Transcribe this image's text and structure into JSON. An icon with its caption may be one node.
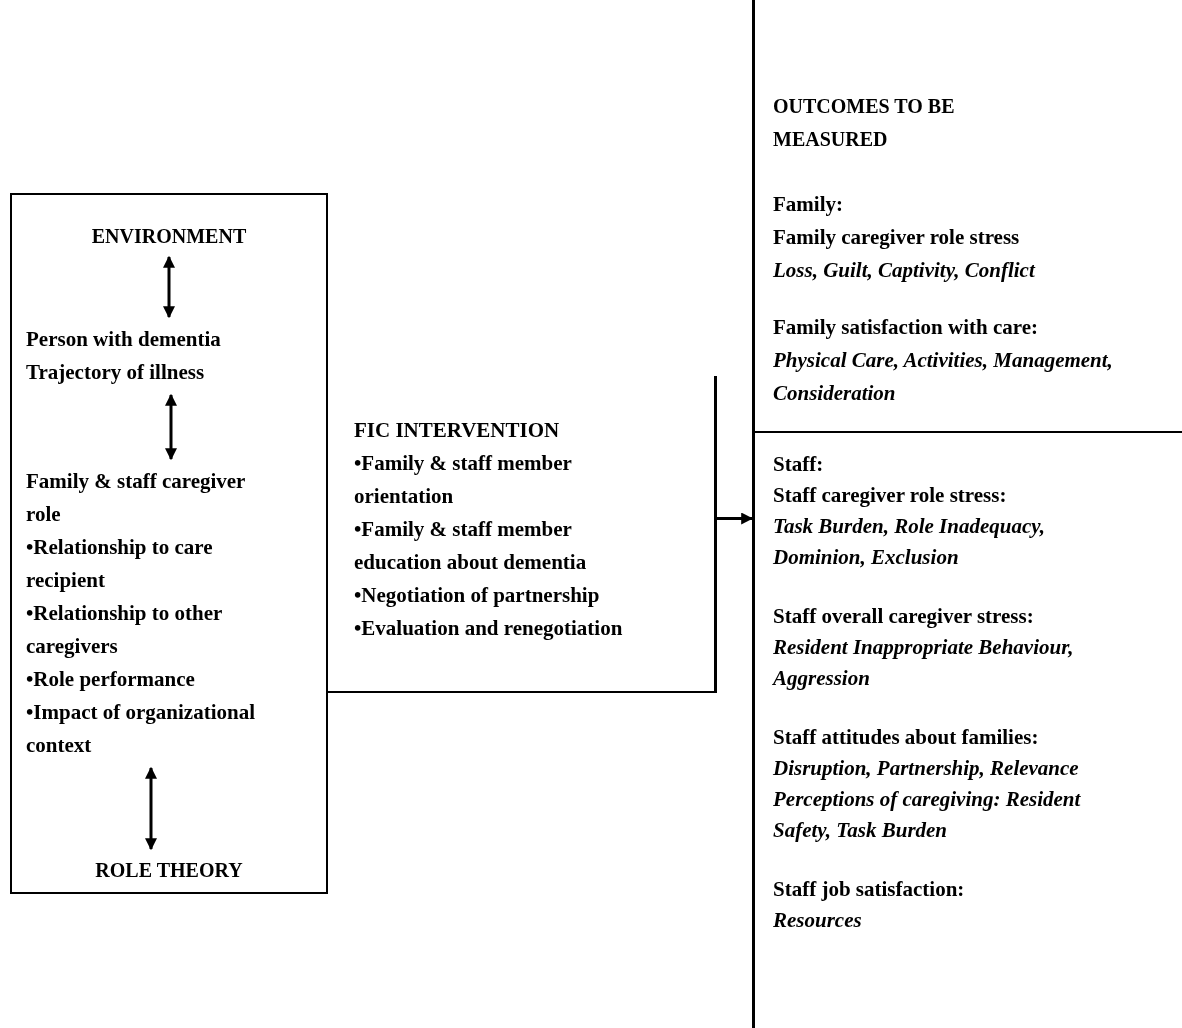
{
  "diagram": {
    "nodes": [
      {
        "text": [],
        "shape": "box"
      },
      {
        "text": [
          "ENVIRONMENT"
        ],
        "in": 0
      },
      {
        "text": [
          "Person with dementia",
          "Trajectory of illness"
        ],
        "in": 0
      },
      {
        "text": [
          "Family & staff caregiver role",
          "•Relationship to care recipient",
          "•Relationship to other caregivers",
          "•Role performance",
          "•Impact of organizational context"
        ],
        "in": 0
      },
      {
        "text": [
          "ROLE THEORY"
        ],
        "in": 0
      },
      {
        "text": [
          "FIC INTERVENTION",
          "•Family  & staff member orientation",
          "•Family  & staff member education about dementia",
          "•Negotiation of partnership",
          "•Evaluation and renegotiation"
        ]
      },
      {
        "text": [
          "OUTCOMES TO BE MEASURED"
        ]
      },
      {
        "text": [
          "Family:",
          "Family caregiver role stress *Loss, Guilt, Captivity, Conflict*",
          "Family satisfaction with care: *Physical Care, Activities, Management, Consideration*"
        ],
        "in": 6
      },
      {
        "text": [
          "Staff:",
          "Staff caregiver role stress: *Task Burden, Role Inadequacy, Dominion, Exclusion*",
          "Staff overall caregiver stress: *Resident Inappropriate Behaviour, Aggression*",
          "Staff attitudes about families: *Disruption, Partnership, Relevance Perceptions of caregiving: Resident Safety, Task Burden*",
          "Staff job satisfaction: *Resources*"
        ],
        "in": 6
      }
    ],
    "edges": [
      {
        "from": 1,
        "to": 2,
        "arrow": "both"
      },
      {
        "from": 2,
        "to": 3,
        "arrow": "both"
      },
      {
        "from": 3,
        "to": 4,
        "arrow": "both"
      },
      {
        "from": 5,
        "to": 6,
        "arrow": "to"
      }
    ]
  }
}
